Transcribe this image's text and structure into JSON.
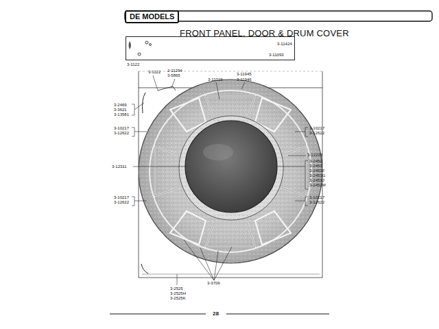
{
  "diagram": {
    "title": "FRONT PANEL, DOOR & DRUM COVER",
    "nodes": [
      {
        "text": [
          "DE MODELS"
        ]
      },
      {
        "text": [
          "3-11424",
          "3-11093"
        ]
      }
    ],
    "labels": [
      "3-1122",
      "3-1122",
      "2-11294",
      "3-5865",
      "3-11019",
      "3-11945",
      "3-11946",
      "3-2469",
      "3-3621",
      "3-13581",
      "3-10217",
      "3-12622",
      "3-12311",
      "3-10217",
      "3-12622",
      "3-10217",
      "3-12622",
      "3-12238",
      "3-2452",
      "3-2453",
      "3-2453F",
      "3-2453G",
      "3-2453J",
      "3-2453M",
      "3-10217",
      "3-12622",
      "3-2525",
      "3-2525H",
      "3-2525K",
      "3-3709",
      "28"
    ]
  }
}
